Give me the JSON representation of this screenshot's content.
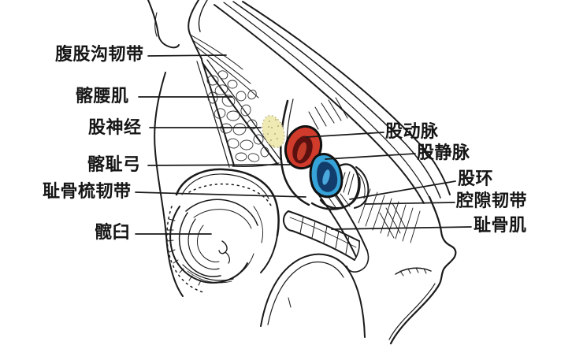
{
  "labels": {
    "left": [
      {
        "id": "inguinal-ligament",
        "text": "腹股沟韧带"
      },
      {
        "id": "iliopsoas",
        "text": "髂腰肌"
      },
      {
        "id": "femoral-nerve",
        "text": "股神经"
      },
      {
        "id": "iliopectineal-arch",
        "text": "髂耻弓"
      },
      {
        "id": "pectineal-ligament",
        "text": "耻骨梳韧带"
      },
      {
        "id": "acetabulum",
        "text": "髋臼"
      }
    ],
    "right": [
      {
        "id": "femoral-artery",
        "text": "股动脉"
      },
      {
        "id": "femoral-vein",
        "text": "股静脉"
      },
      {
        "id": "femoral-ring",
        "text": "股环"
      },
      {
        "id": "lacunar-ligament",
        "text": "腔隙韧带"
      },
      {
        "id": "pectineus",
        "text": "耻骨肌"
      }
    ]
  },
  "colors": {
    "artery": "#d13b2c",
    "artery_dark": "#5a1110",
    "artery_slit": "#c23a28",
    "vein": "#36a3d8",
    "vein_dark": "#123c6b",
    "vein_slit": "#4aa8dd",
    "nerve": "#efe9b4",
    "nerve_dot": "#a89e5f",
    "line": "#1a1a1a",
    "background": "#ffffff"
  }
}
